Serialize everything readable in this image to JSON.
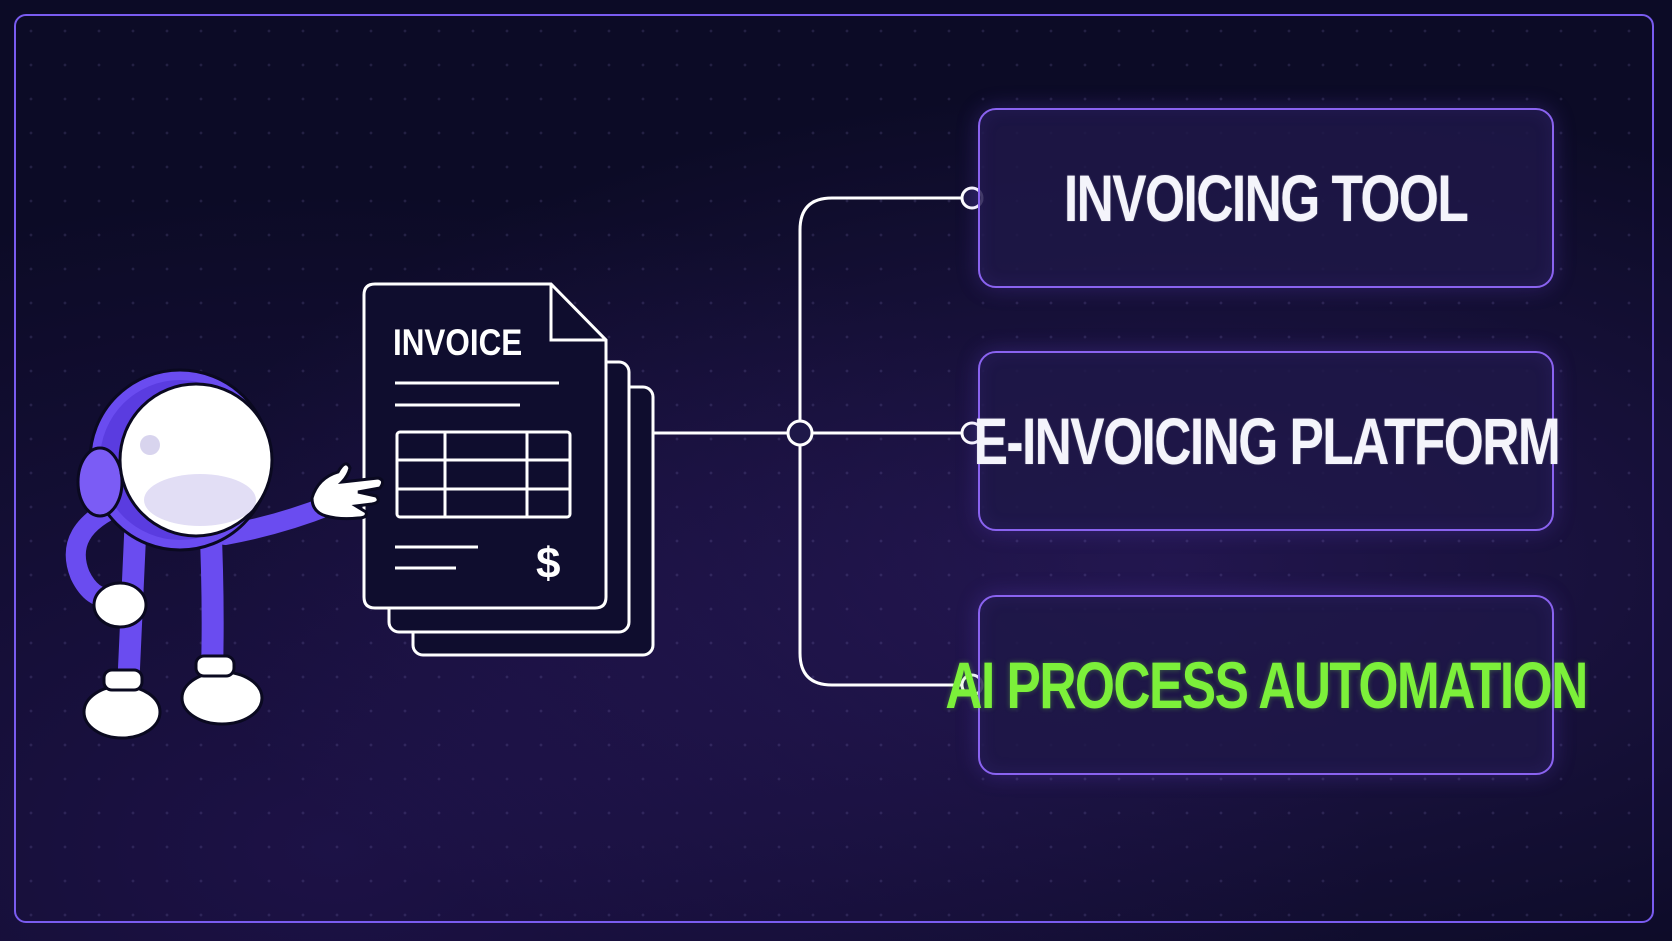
{
  "document": {
    "label": "INVOICE",
    "currency_symbol": "$"
  },
  "options": [
    {
      "label": "INVOICING TOOL",
      "highlight": false
    },
    {
      "label": "E-INVOICING PLATFORM",
      "highlight": false
    },
    {
      "label": "AI PROCESS AUTOMATION",
      "highlight": true
    }
  ],
  "colors": {
    "background": "#0c0b26",
    "accent_purple": "#8a63f0",
    "line_white": "#ffffff",
    "highlight_green": "#7cf03a",
    "mascot_purple": "#6a4cf0"
  },
  "icons": {
    "mascot": "astronaut-mascot-icon",
    "document": "invoice-document-icon"
  }
}
